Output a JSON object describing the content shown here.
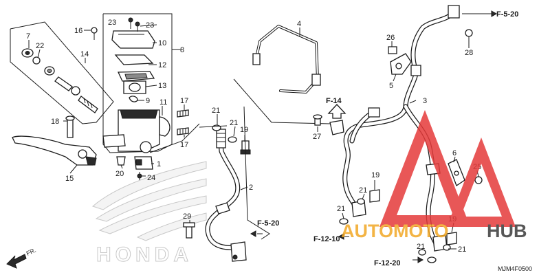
{
  "labels": {
    "p1": "1",
    "p2": "2",
    "p3": "3",
    "p4": "4",
    "p5": "5",
    "p6": "6",
    "p7": "7",
    "p8": "8",
    "p9": "9",
    "p10": "10",
    "p11": "11",
    "p12": "12",
    "p13": "13",
    "p14": "14",
    "p15": "15",
    "p16": "16",
    "p17a": "17",
    "p17b": "17",
    "p18": "18",
    "p19a": "19",
    "p19b": "19",
    "p19c": "19",
    "p20": "20",
    "p21a": "21",
    "p21b": "21",
    "p21c": "21",
    "p21d": "21",
    "p21e": "21",
    "p21f": "21",
    "p22": "22",
    "p23a": "23",
    "p23b": "23",
    "p24": "24",
    "p25": "25",
    "p26": "26",
    "p27": "27",
    "p28": "28",
    "p29": "29"
  },
  "refs": {
    "f520_top": "F-5-20",
    "f520_mid": "F-5-20",
    "f14": "F-14",
    "f1210": "F-12-10",
    "f1220": "F-12-20"
  },
  "direction_label": "FR.",
  "diagram_code": "MJM4F0500",
  "watermark": {
    "prefix": "AUTOMOTO",
    "suffix": "HUB",
    "colors": {
      "triangle": "#e53a3a",
      "prefix": "#f2a825",
      "suffix": "#3a3a3a"
    }
  },
  "colors": {
    "ink": "#1a1a1a",
    "background": "#ffffff"
  }
}
